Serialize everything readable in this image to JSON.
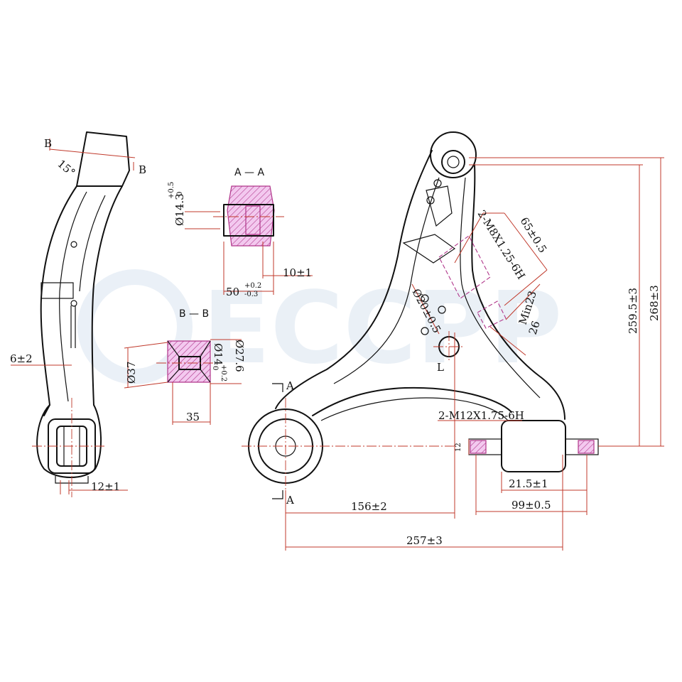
{
  "watermark": {
    "brand": "ECCPP"
  },
  "sections": {
    "aa": "A — A",
    "bb": "B — B",
    "b_left": "B",
    "b_right": "B",
    "a_top": "A",
    "a_bottom": "A",
    "l_mark": "L"
  },
  "angles": {
    "side_angle": "15°"
  },
  "dimensions": {
    "bore_aa": "Ø14.3",
    "bore_aa_tol_upper": "+0.5",
    "bore_aa_tol_lower": "0",
    "width_10": "10±1",
    "width_50": "50",
    "width_50_tol_upper": "+0.2",
    "width_50_tol_lower": "-0.3",
    "dia_37": "Ø37",
    "bore_bb": "Ø14",
    "bore_bb_tol_upper": "+0.2",
    "bore_bb_tol_lower": "0",
    "dia_27_6": "Ø27.6",
    "width_35": "35",
    "side_6": "6±2",
    "side_12": "12±1",
    "thread_m8": "2-M8X1.25-6H",
    "len_65": "65±0.5",
    "dia_20": "Ø20±0.5",
    "min23": "Min23",
    "len_26": "26",
    "thread_m12": "2-M12X1.75-6H",
    "small_12": "12",
    "h_259_5": "259.5±3",
    "h_268": "268±3",
    "len_156": "156±2",
    "len_21_5": "21.5±1",
    "len_99": "99±0.5",
    "len_257": "257±3"
  }
}
